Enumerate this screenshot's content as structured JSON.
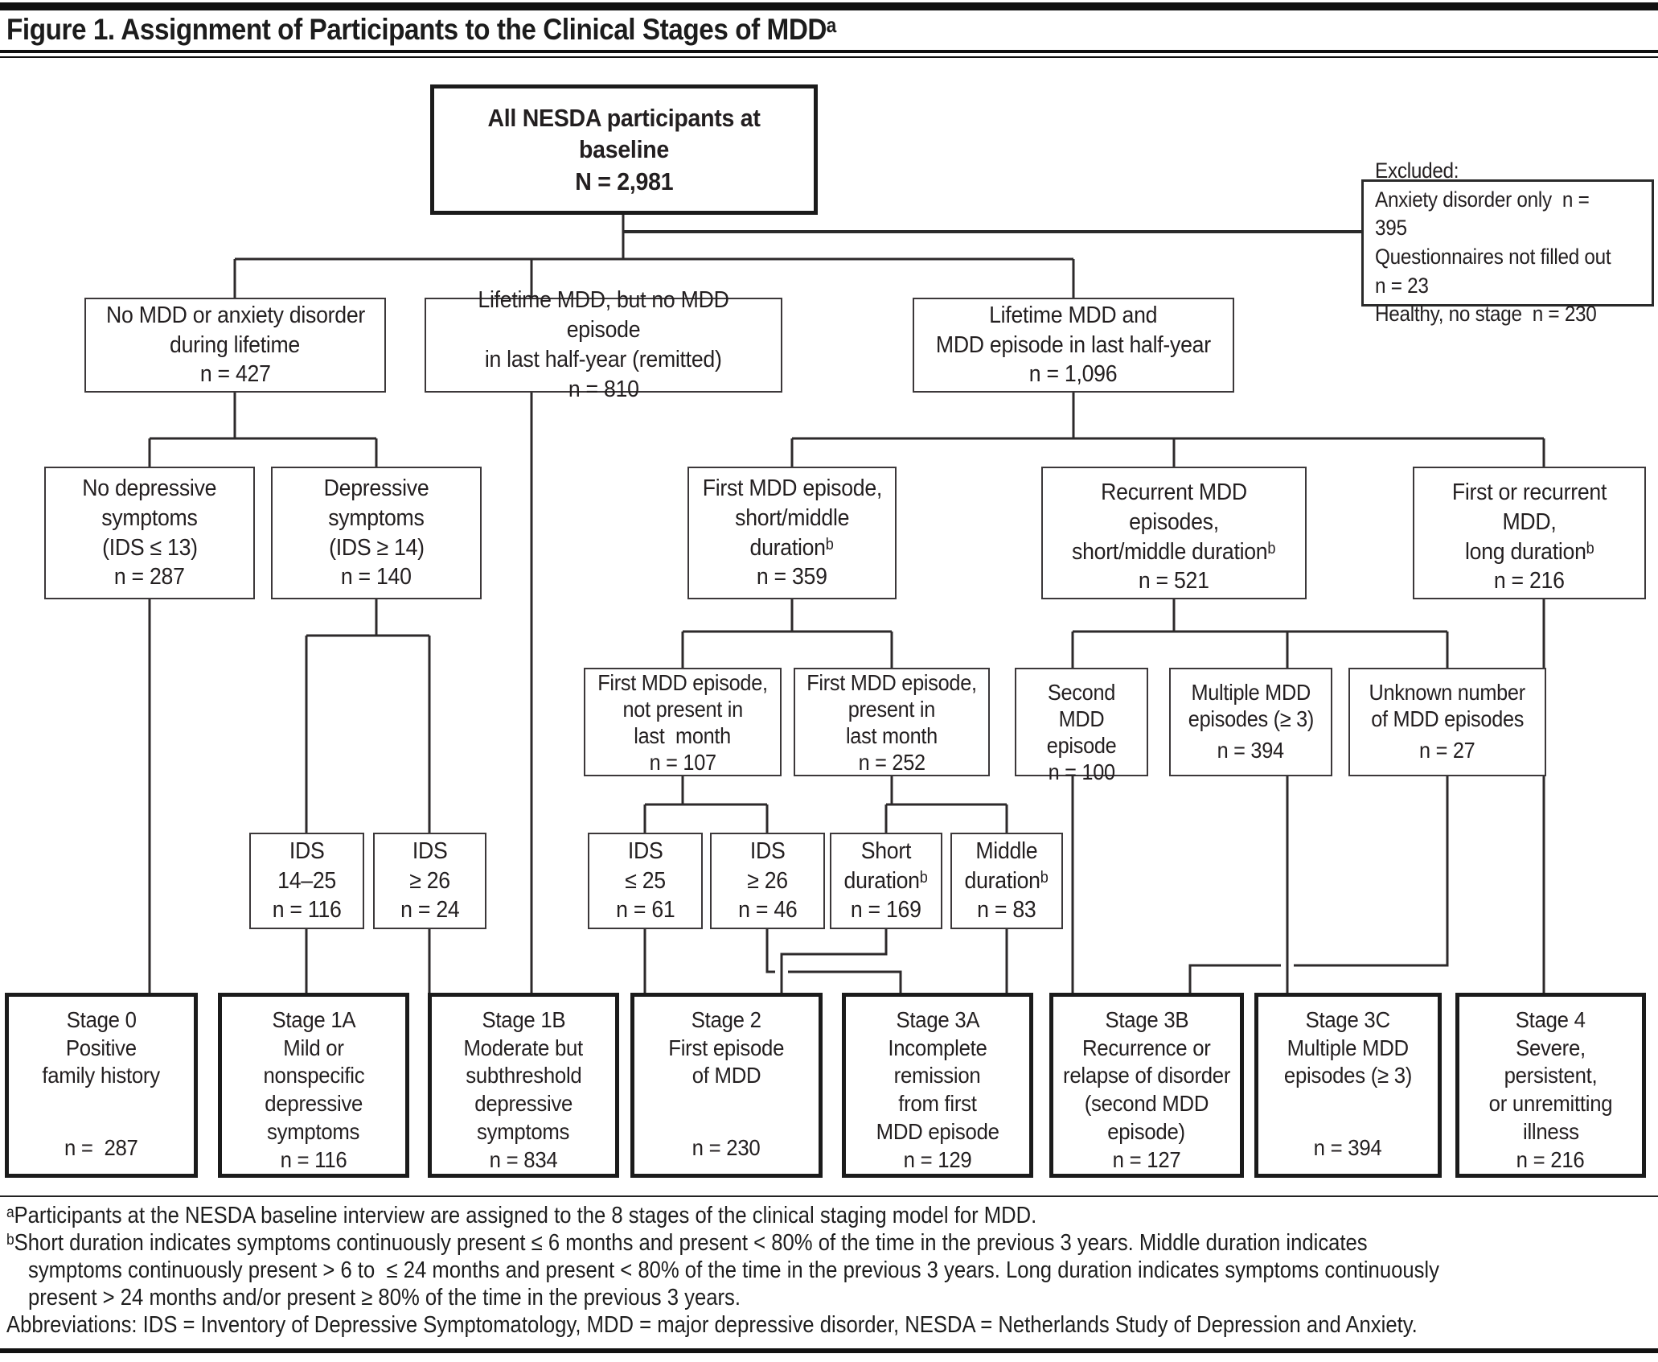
{
  "figure": {
    "title": "Figure 1. Assignment of Participants to the Clinical Stages of MDDᵃ"
  },
  "colors": {
    "ink": "#231f20",
    "background": "#ffffff"
  },
  "nodes": {
    "root": {
      "lines": [
        "All NESDA participants at baseline",
        "N = 2,981"
      ]
    },
    "excluded": {
      "lines": [
        "Excluded:",
        "Anxiety disorder only  n = 395",
        "Questionnaires not filled out  n = 23",
        "Healthy, no stage  n = 230"
      ]
    },
    "no_mdd_lifetime": {
      "lines": [
        "No MDD or anxiety disorder",
        "during lifetime",
        "n = 427"
      ]
    },
    "remitted_mdd": {
      "lines": [
        "Lifetime MDD, but no MDD episode",
        "in last half-year (remitted)",
        "n = 810"
      ]
    },
    "current_mdd": {
      "lines": [
        "Lifetime MDD and",
        "MDD episode in last half-year",
        "n = 1,096"
      ]
    },
    "no_depressive_symptoms": {
      "lines": [
        "No depressive",
        "symptoms",
        "(IDS ≤ 13)",
        "n = 287"
      ]
    },
    "depressive_symptoms": {
      "lines": [
        "Depressive",
        "symptoms",
        "(IDS ≥ 14)",
        "n = 140"
      ]
    },
    "first_episode_short_middle": {
      "lines": [
        "First MDD episode,",
        "short/middle",
        "durationᵇ",
        "n = 359"
      ]
    },
    "recurrent_short_middle": {
      "top": [
        "Recurrent MDD episodes,",
        "short/middle durationᵇ"
      ],
      "n": "n = 521"
    },
    "first_or_recurrent_long": {
      "top": [
        "First or recurrent MDD,",
        "long durationᵇ"
      ],
      "n": "n = 216"
    },
    "first_not_present": {
      "lines": [
        "First MDD episode,",
        "not present in",
        "last  month",
        "n = 107"
      ]
    },
    "first_present": {
      "lines": [
        "First MDD episode,",
        "present in",
        "last month",
        "n = 252"
      ]
    },
    "second_episode": {
      "top": [
        "Second MDD",
        "episode"
      ],
      "n": "n = 100"
    },
    "multiple_episodes": {
      "top": [
        "Multiple MDD",
        "episodes (≥ 3)"
      ],
      "n": "n = 394"
    },
    "unknown_episodes": {
      "top": [
        "Unknown number",
        "of MDD episodes"
      ],
      "n": "n = 27"
    },
    "ids_14_25": {
      "lines": [
        "IDS",
        "14–25",
        "n = 116"
      ]
    },
    "ids_ge_26_a": {
      "lines": [
        "IDS",
        "≥ 26",
        "n = 24"
      ]
    },
    "ids_le_25": {
      "lines": [
        "IDS",
        "≤ 25",
        "n = 61"
      ]
    },
    "ids_ge_26_b": {
      "lines": [
        "IDS",
        "≥ 26",
        "n = 46"
      ]
    },
    "short_duration": {
      "lines": [
        "Short",
        "durationᵇ",
        "n = 169"
      ]
    },
    "middle_duration": {
      "lines": [
        "Middle",
        "durationᵇ",
        "n = 83"
      ]
    },
    "stage0": {
      "top": [
        "Stage 0",
        "Positive",
        "family history"
      ],
      "n": "n =  287"
    },
    "stage1a": {
      "top": [
        "Stage 1A",
        "Mild or",
        "nonspecific",
        "depressive",
        "symptoms"
      ],
      "n": "n = 116"
    },
    "stage1b": {
      "top": [
        "Stage 1B",
        "Moderate but",
        "subthreshold",
        "depressive",
        "symptoms"
      ],
      "n": "n = 834"
    },
    "stage2": {
      "top": [
        "Stage 2",
        "First episode",
        "of MDD"
      ],
      "n": "n = 230"
    },
    "stage3a": {
      "top": [
        "Stage 3A",
        "Incomplete",
        "remission",
        "from first",
        "MDD episode"
      ],
      "n": "n = 129"
    },
    "stage3b": {
      "top": [
        "Stage 3B",
        "Recurrence or",
        "relapse of disorder",
        "(second MDD",
        "episode)"
      ],
      "n": "n = 127"
    },
    "stage3c": {
      "top": [
        "Stage 3C",
        "Multiple MDD",
        "episodes (≥ 3)"
      ],
      "n": "n = 394"
    },
    "stage4": {
      "top": [
        "Stage 4",
        "Severe, persistent,",
        "or unremitting",
        "illness"
      ],
      "n": "n = 216"
    }
  },
  "footnotes": {
    "a": "ᵃParticipants at the NESDA baseline interview are assigned to the 8 stages of the clinical staging model for MDD.",
    "b1": "ᵇShort duration indicates symptoms continuously present ≤ 6 months and present < 80% of the time in the previous 3 years. Middle duration indicates",
    "b2": "symptoms continuously present > 6 to  ≤ 24 months and present < 80% of the time in the previous 3 years. Long duration indicates symptoms continuously",
    "b3": "present > 24 months and/or present ≥ 80% of the time in the previous 3 years.",
    "abbreviations": "Abbreviations: IDS = Inventory of Depressive Symptomatology, MDD = major depressive disorder, NESDA = Netherlands Study of Depression and Anxiety."
  }
}
